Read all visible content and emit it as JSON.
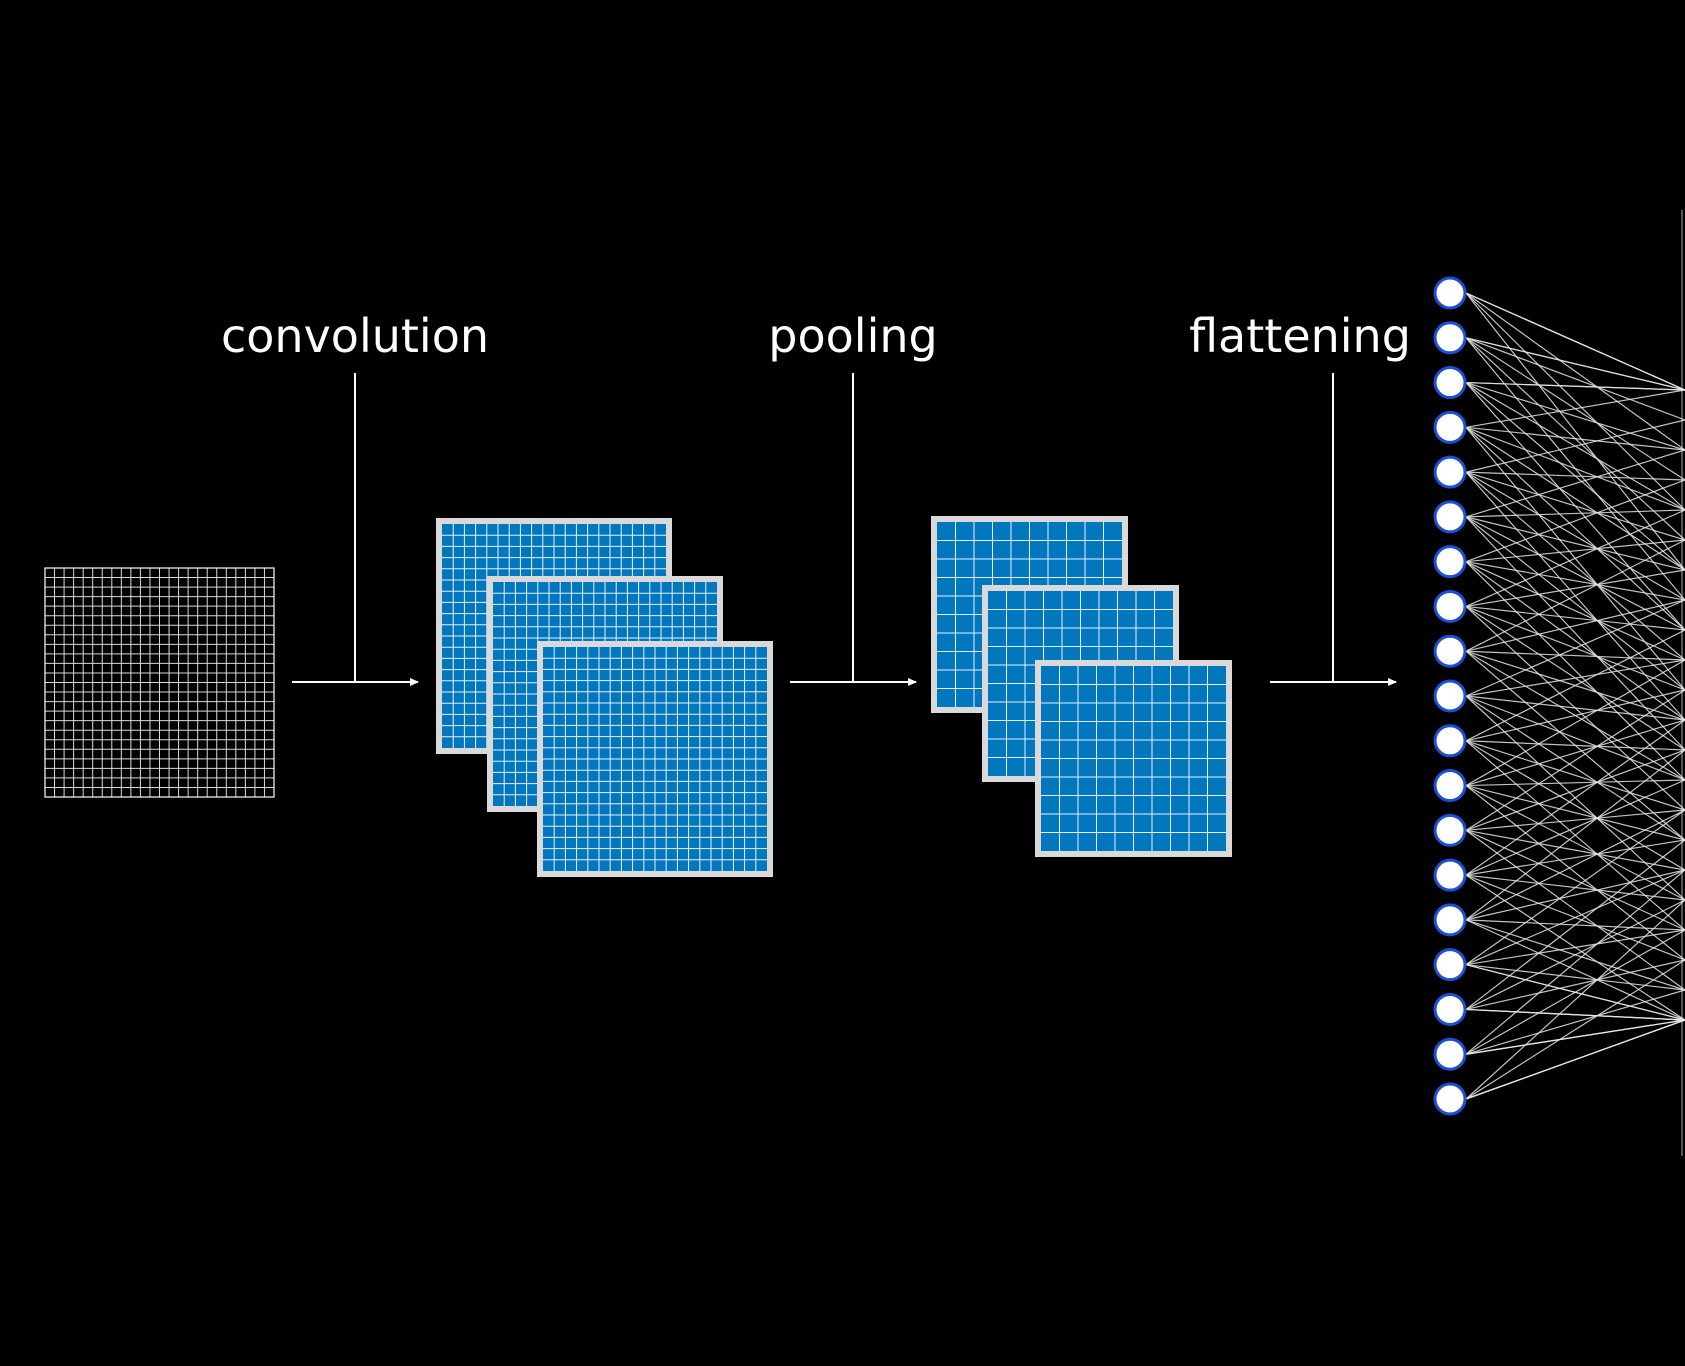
{
  "labels": {
    "convolution": "convolution",
    "pooling": "pooling",
    "flattening": "flattening"
  },
  "colors": {
    "background": "#000000",
    "line": "#ffffff",
    "map_fill": "#0277bd",
    "map_border": "#d9d9d9",
    "map_gridline": "#ffffff",
    "input_gridline": "#ffffff",
    "node_fill": "#ffffff",
    "node_stroke": "#1a4fd6",
    "connection_line": "#e6e6e6"
  },
  "input_image": {
    "grid_cells": 24
  },
  "conv_maps": {
    "count": 3,
    "grid_cells": 20
  },
  "pool_maps": {
    "count": 3,
    "grid_cells": 10
  },
  "flattened_nodes": {
    "count": 19
  }
}
